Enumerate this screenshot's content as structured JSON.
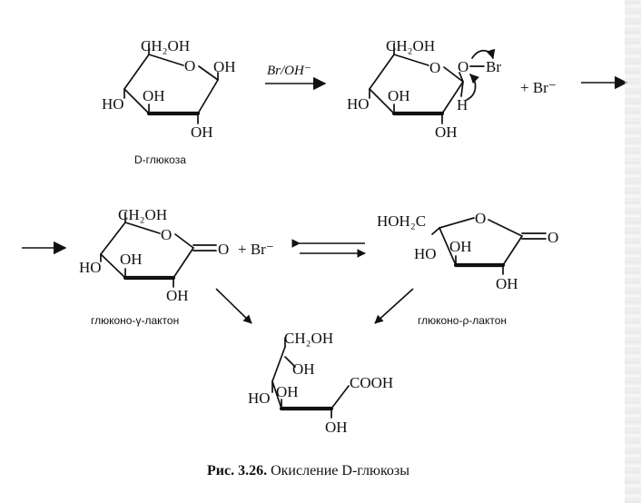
{
  "glucose": {
    "ch2oh": "CH₂OH",
    "ring_o": "O",
    "oh_anomeric": "OH",
    "ho_c4": "HO",
    "oh_c3": "OH",
    "oh_c2": "OH",
    "name": "D-глюкоза"
  },
  "reagent": {
    "label": "Br/OH⁻"
  },
  "intermediate": {
    "ch2oh": "CH₂OH",
    "ring_o": "O",
    "ho_c4": "HO",
    "oh_c3": "OH",
    "oh_c2": "OH",
    "o_br": "O",
    "br": "Br",
    "h": "H",
    "plus_br": "+ Br⁻"
  },
  "gamma_lactone": {
    "ch2oh": "CH₂OH",
    "ring_o": "O",
    "carbonyl_o": "O",
    "ho_c4": "HO",
    "oh_c3": "OH",
    "oh_c2": "OH",
    "plus_br": "+ Br⁻",
    "name": "глюконо-γ-лактон"
  },
  "rho_lactone": {
    "hoh2c": "HOH₂C",
    "ring_o": "O",
    "carbonyl_o": "O",
    "ho": "HO",
    "oh_c3": "OH",
    "oh_c2": "OH",
    "name": "глюконо-ρ-лактон"
  },
  "gluconic_acid": {
    "ch2oh": "CH₂OH",
    "oh_c5": "OH",
    "ho_c4": "HO",
    "oh_c3": "OH",
    "cooh": "COOH",
    "oh_c2": "OH"
  },
  "caption": {
    "label": "Рис. 3.26.",
    "text": " Окисление D-глюкозы"
  }
}
